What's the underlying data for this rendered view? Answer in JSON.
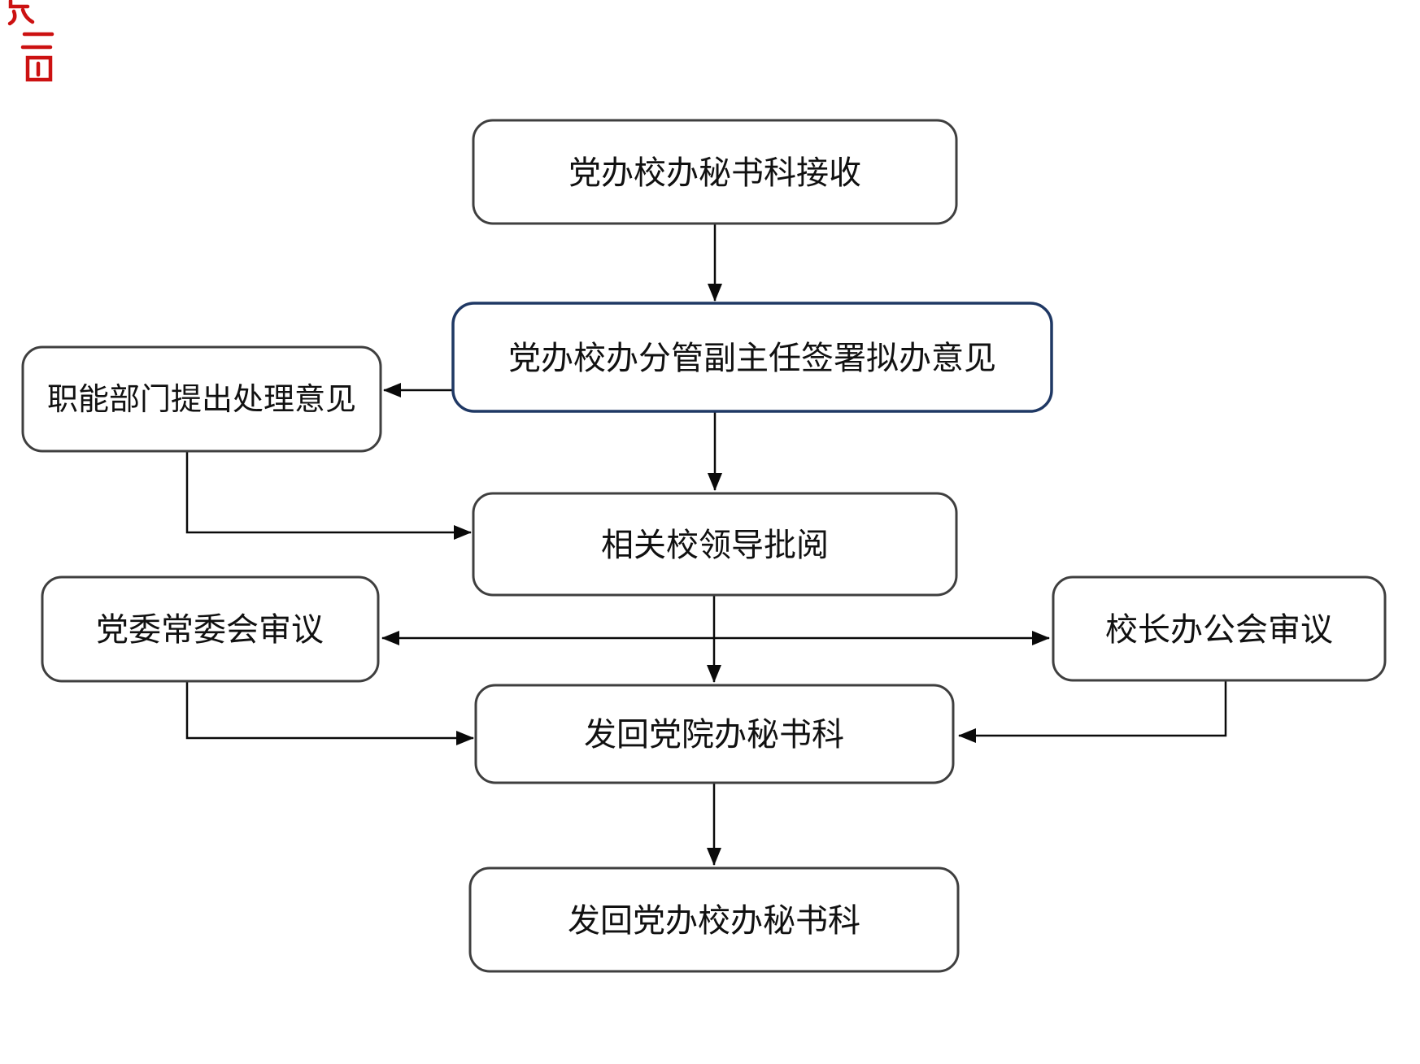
{
  "diagram": {
    "type": "flowchart",
    "background": "#ffffff",
    "colors": {
      "node_border": "#3f3f3f",
      "highlight_node_border": "#1f3864",
      "connector": "#0a0a0a",
      "text": "#111111",
      "watermark_red": "#cc1111"
    },
    "nodes": [
      {
        "id": "receive",
        "label": "党办校办秘书科接收",
        "highlight": false
      },
      {
        "id": "deputy-director-sign",
        "label": "党办校办分管副主任签署拟办意见",
        "highlight": true
      },
      {
        "id": "functional-dept-opinion",
        "label": "职能部门提出处理意见",
        "highlight": false
      },
      {
        "id": "school-leaders-review",
        "label": "相关校领导批阅",
        "highlight": false
      },
      {
        "id": "party-standing-committee",
        "label": "党委常委会审议",
        "highlight": false
      },
      {
        "id": "president-office-meeting",
        "label": "校长办公会审议",
        "highlight": false
      },
      {
        "id": "return-party-office",
        "label": "发回党院办秘书科",
        "highlight": false
      },
      {
        "id": "return-secretary-section",
        "label": "发回党办校办秘书科",
        "highlight": false
      }
    ],
    "edges": [
      {
        "from": "receive",
        "to": "deputy-director-sign"
      },
      {
        "from": "deputy-director-sign",
        "to": "functional-dept-opinion"
      },
      {
        "from": "functional-dept-opinion",
        "to": "school-leaders-review"
      },
      {
        "from": "deputy-director-sign",
        "to": "school-leaders-review"
      },
      {
        "from": "school-leaders-review",
        "to": "party-standing-committee"
      },
      {
        "from": "school-leaders-review",
        "to": "president-office-meeting"
      },
      {
        "from": "school-leaders-review",
        "to": "return-party-office"
      },
      {
        "from": "party-standing-committee",
        "to": "return-party-office"
      },
      {
        "from": "president-office-meeting",
        "to": "return-party-office"
      },
      {
        "from": "return-party-office",
        "to": "return-secretary-section"
      }
    ]
  }
}
